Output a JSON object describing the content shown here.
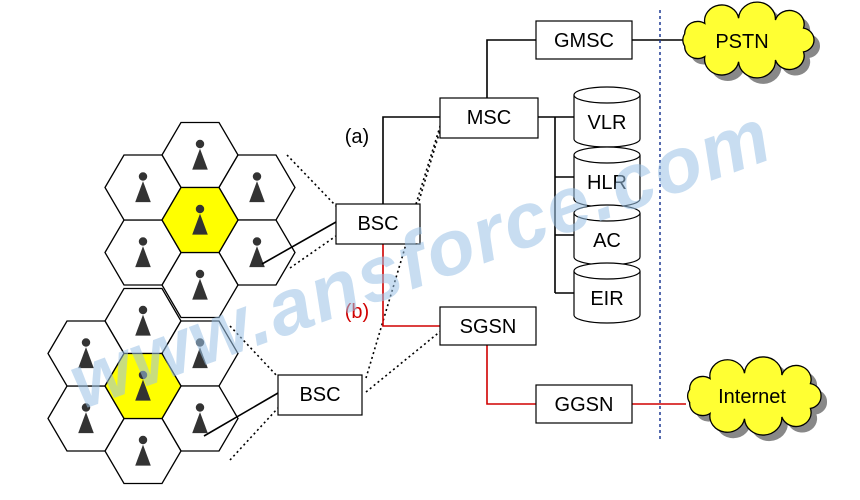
{
  "labels": {
    "gmsc": "GMSC",
    "pstn": "PSTN",
    "msc": "MSC",
    "vlr": "VLR",
    "hlr": "HLR",
    "ac": "AC",
    "eir": "EIR",
    "bsc_top": "BSC",
    "bsc_bottom": "BSC",
    "sgsn": "SGSN",
    "ggsn": "GGSN",
    "internet": "Internet",
    "path_a": "(a)",
    "path_b": "(b)"
  },
  "watermark": "www.ansforce.com",
  "colors": {
    "highlight_cell": "#ffff00",
    "cloud_fill": "#ffff33",
    "packet_path": "#d00000",
    "watermark": "#9cc3e6",
    "divider": "#1f3a93"
  },
  "icons": {
    "cloud": "cloud-icon",
    "database": "database-cylinder-icon",
    "antenna": "cell-tower-icon"
  }
}
